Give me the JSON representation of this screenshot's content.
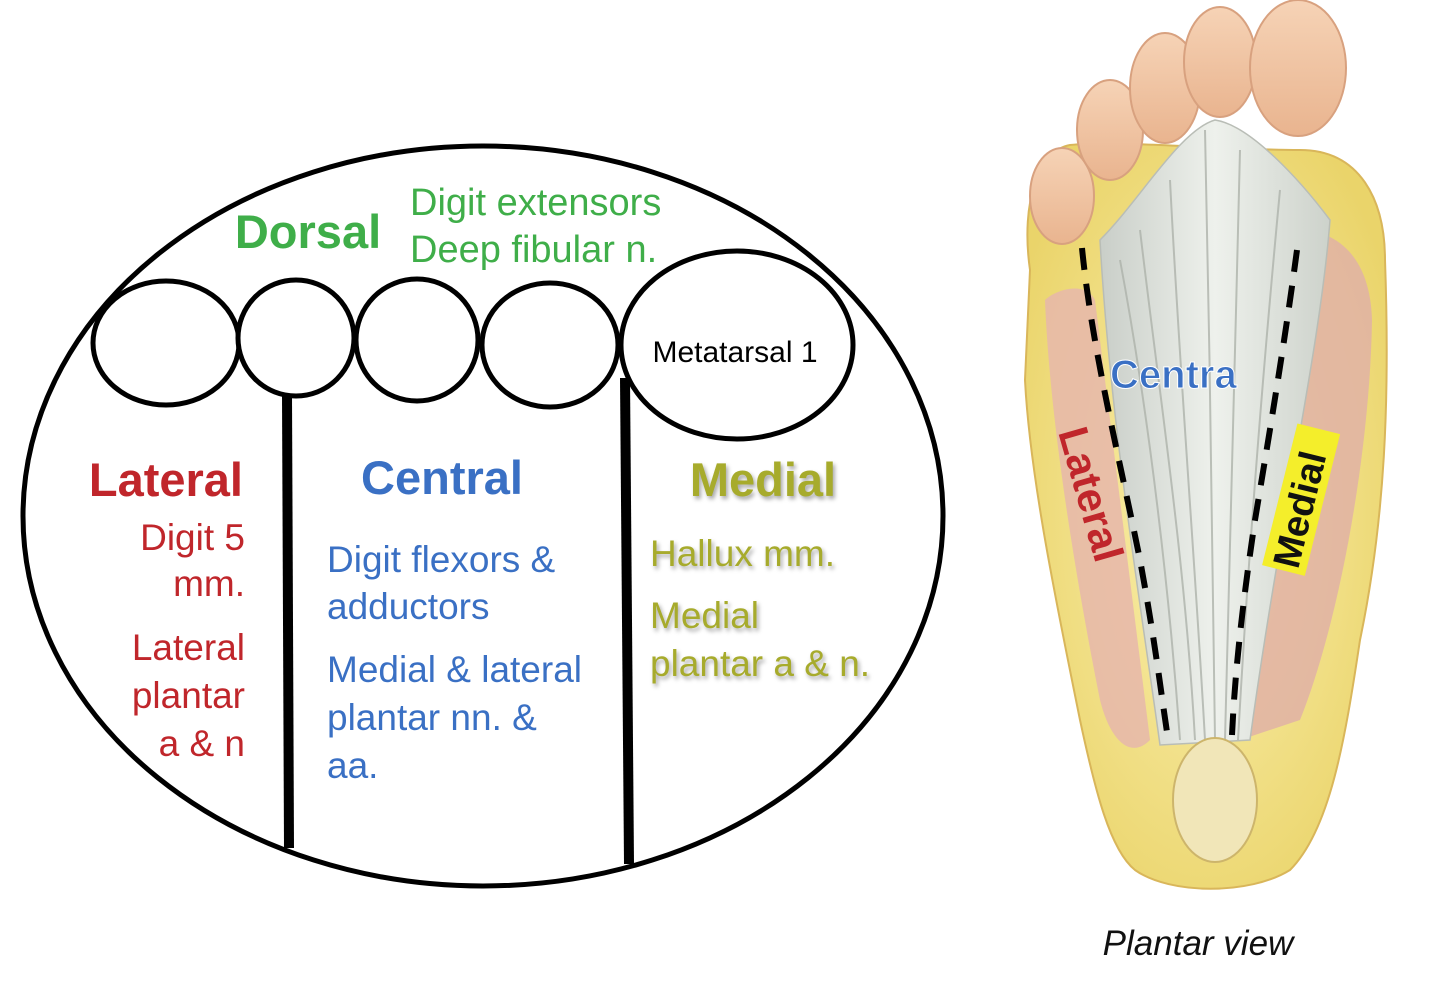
{
  "colors": {
    "dorsal": "#3fae49",
    "lateral": "#c0262b",
    "central": "#3a70c4",
    "medial": "#a7ab2c",
    "medial_label_bg": "#f4ee2b",
    "outline": "#000000"
  },
  "diagram": {
    "dorsal": {
      "title": "Dorsal",
      "lines": [
        "Digit extensors",
        "Deep fibular n."
      ]
    },
    "metatarsal_label": "Metatarsal 1",
    "lateral": {
      "title": "Lateral",
      "lines": [
        "Digit 5",
        "mm.",
        "Lateral",
        "plantar",
        "a & n"
      ]
    },
    "central": {
      "title": "Central",
      "lines": [
        "Digit flexors &",
        "adductors",
        "Medial & lateral",
        "plantar nn. &",
        "aa."
      ]
    },
    "medial": {
      "title": "Medial",
      "lines": [
        "Hallux mm.",
        "Medial",
        "plantar a & n."
      ]
    }
  },
  "foot": {
    "central_label": "Centra",
    "lateral_label": "Lateral",
    "medial_label": "Medial",
    "caption": "Plantar view"
  }
}
